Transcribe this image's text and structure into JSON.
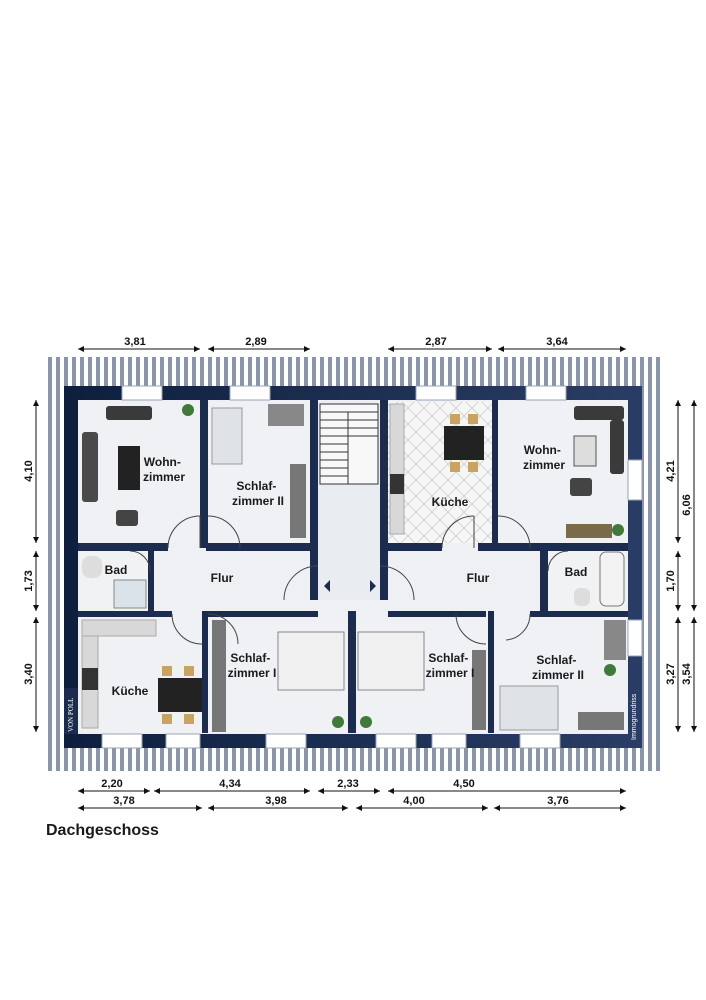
{
  "title": "Dachgeschoss",
  "rooms": {
    "wohnzimmer_left": [
      "Wohn-",
      "zimmer"
    ],
    "schlafzimmer_ii_left": [
      "Schlaf-",
      "zimmer II"
    ],
    "kueche_right": "Küche",
    "wohnzimmer_right": [
      "Wohn-",
      "zimmer"
    ],
    "bad_left": "Bad",
    "flur_left": "Flur",
    "flur_right": "Flur",
    "bad_right": "Bad",
    "kueche_left": "Küche",
    "schlafzimmer_i_left": [
      "Schlaf-",
      "zimmer I"
    ],
    "schlafzimmer_i_right": [
      "Schlaf-",
      "zimmer I"
    ],
    "schlafzimmer_ii_right": [
      "Schlaf-",
      "zimmer II"
    ]
  },
  "dimensions": {
    "top": [
      "3,81",
      "2,89",
      "2,87",
      "3,64"
    ],
    "bottom_row1": [
      "2,20",
      "4,34",
      "2,33",
      "4,50"
    ],
    "bottom_row2": [
      "3,78",
      "3,98",
      "4,00",
      "3,76"
    ],
    "left": [
      "4,10",
      "1,73",
      "3,40"
    ],
    "right_inner": [
      "4,21",
      "1,70",
      "3,27"
    ],
    "right_outer": [
      "6,06",
      "3,54"
    ]
  },
  "logo_text": "VON POLL",
  "credit": "Immogrundriss"
}
